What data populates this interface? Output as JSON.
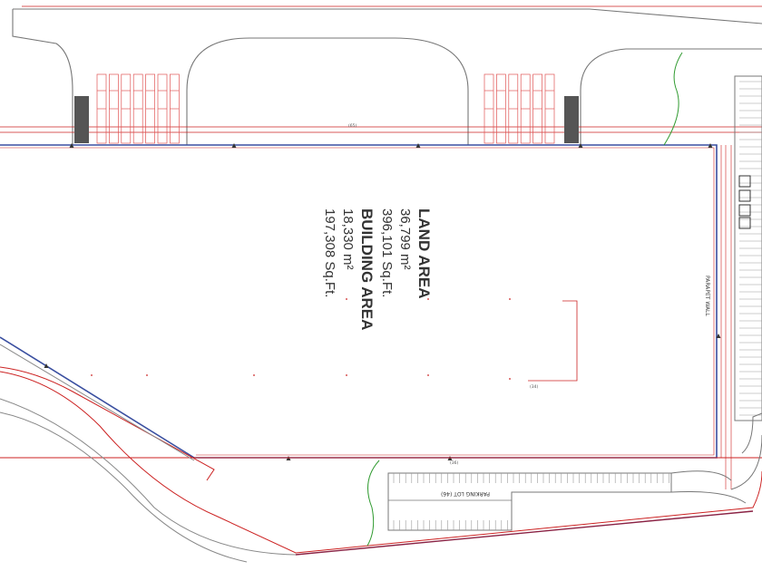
{
  "land_area": {
    "title": "LAND AREA",
    "metric": "36,799 m²",
    "imperial": "396,101 Sq.Ft."
  },
  "building_area": {
    "title": "BUILDING AREA",
    "metric": "18,330 m²",
    "imperial": "197,308 Sq.Ft."
  },
  "labels": {
    "parapet_wall": "PARAPET WALL",
    "parking_lot": "PARKING LOT (46)"
  },
  "colors": {
    "building_outline": "#3a4fa0",
    "property_line": "#cc2222",
    "road": "#777777",
    "vegetation": "#2f9a2f",
    "parking_stalls": "#e05555"
  }
}
